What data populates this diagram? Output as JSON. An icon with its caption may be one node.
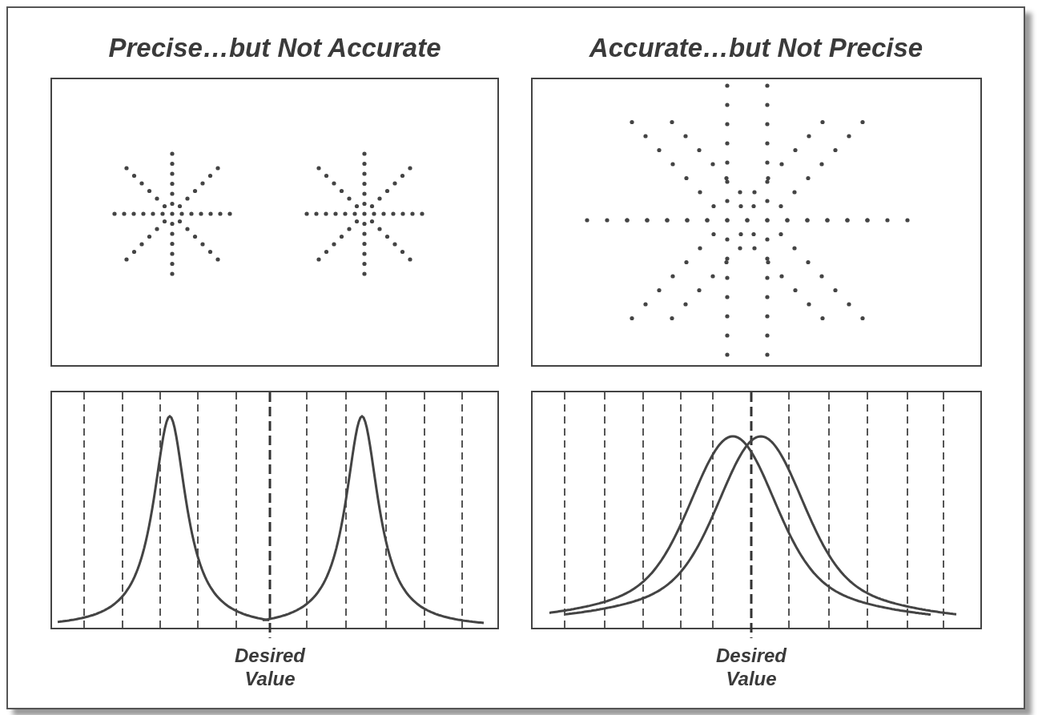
{
  "diagram": {
    "labels": [
      "Precise…but Not Accurate",
      "Accurate…but Not Precise",
      "Desired Value",
      "Desired Value"
    ]
  }
}
